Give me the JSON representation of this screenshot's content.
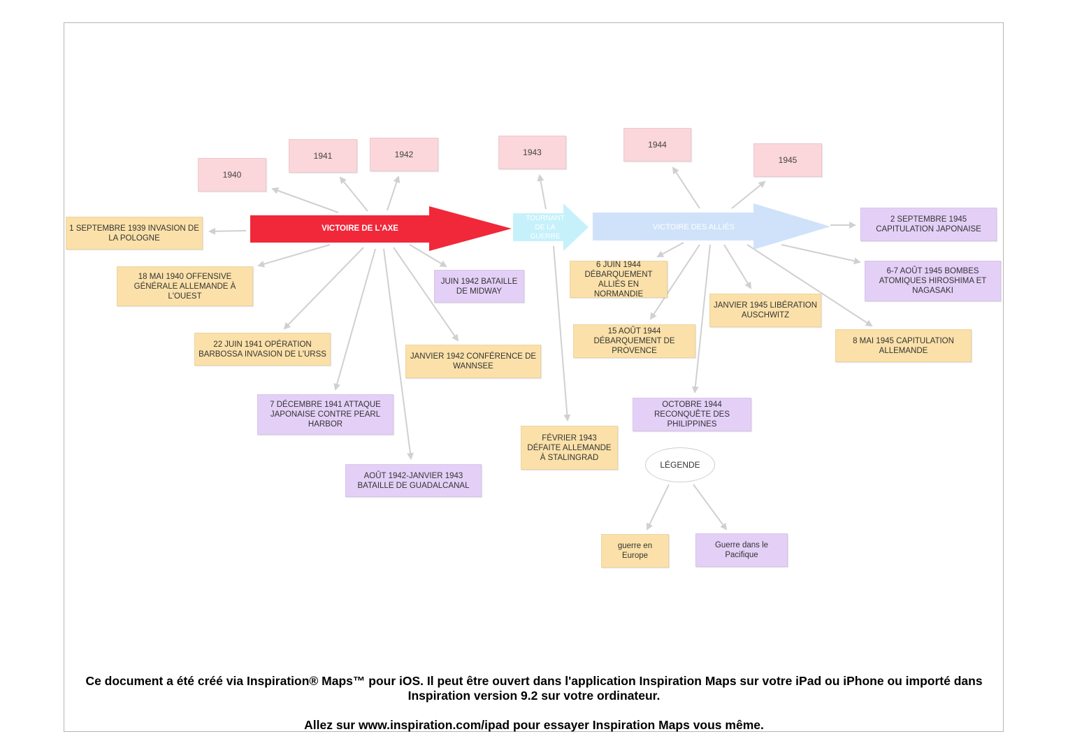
{
  "colors": {
    "year_box": "#fbd6da",
    "europe_box": "#fbe1a9",
    "pacific_box": "#e4d0f7",
    "axis_arrow": "#f0283a",
    "turning_arrow": "#c6f1fb",
    "allies_arrow": "#cfe2fa",
    "connector": "#d0d0d0"
  },
  "arrows": {
    "axe": "VICTOIRE DE L'AXE",
    "tournant": "TOURNANT DE LA GUERRE",
    "allies": "VICTOIRE DES ALLIÉS"
  },
  "years": {
    "y1940": "1940",
    "y1941": "1941",
    "y1942": "1942",
    "y1943": "1943",
    "y1944": "1944",
    "y1945": "1945"
  },
  "events": {
    "pologne": "1 SEPTEMBRE 1939 INVASION DE LA POLOGNE",
    "offensive": "18 MAI 1940 OFFENSIVE GÉNÉRALE ALLEMANDE À L'OUEST",
    "barbossa": "22 JUIN 1941 OPÉRATION BARBOSSA INVASION DE L'URSS",
    "pearl": "7 DÉCEMBRE 1941 ATTAQUE JAPONAISE CONTRE PEARL HARBOR",
    "guadalcanal": "AOÛT 1942-JANVIER 1943 BATAILLE DE GUADALCANAL",
    "midway": "JUIN 1942 BATAILLE DE MIDWAY",
    "wannsee": "JANVIER 1942 CONFÉRENCE DE WANNSEE",
    "stalingrad": "FÉVRIER 1943 DÉFAITE ALLEMANDE À STALINGRAD",
    "normandie": "6 JUIN 1944 DÉBARQUEMENT ALLIÉS EN NORMANDIE",
    "provence": "15 AOÛT 1944 DÉBARQUEMENT DE PROVENCE",
    "philippines": "OCTOBRE 1944 RECONQUÊTE DES PHILIPPINES",
    "auschwitz": "JANVIER 1945 LIBÉRATION AUSCHWITZ",
    "capitulation_allemande": "8 MAI 1945 CAPITULATION ALLEMANDE",
    "capitulation_japonaise": "2 SEPTEMBRE 1945 CAPITULATION JAPONAISE",
    "bombes": "6-7 AOÛT 1945 BOMBES ATOMIQUES HIROSHIMA ET NAGASAKI"
  },
  "legend": {
    "title": "LÉGENDE",
    "europe": "guerre en Europe",
    "pacific": "Guerre dans le Pacifique"
  },
  "footer": {
    "line1": "Ce document a été créé via Inspiration® Maps™ pour iOS. Il peut être ouvert dans l'application Inspiration Maps sur votre iPad ou iPhone ou importé dans Inspiration version 9.2 sur votre ordinateur.",
    "line2": "Allez sur www.inspiration.com/ipad pour essayer Inspiration Maps vous même."
  }
}
